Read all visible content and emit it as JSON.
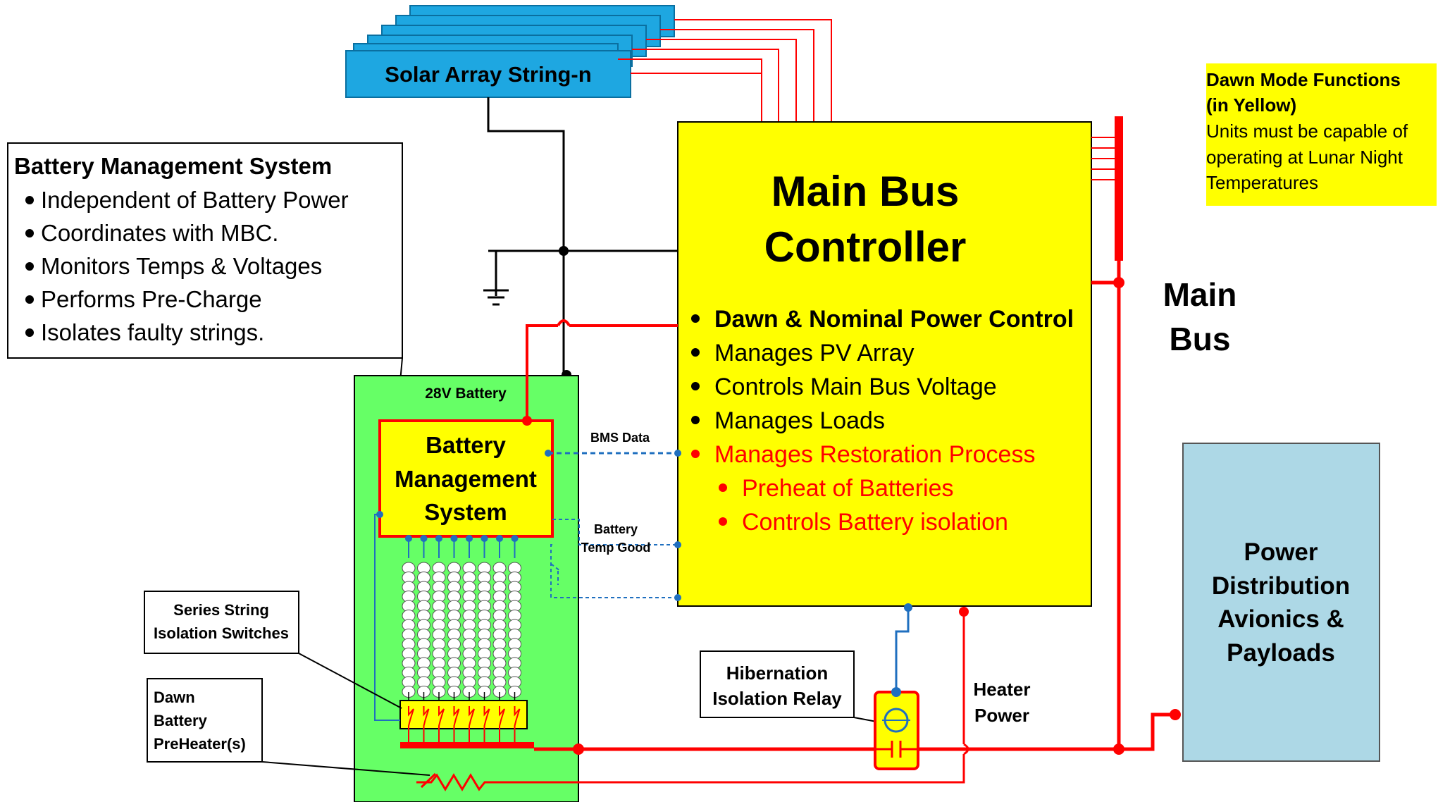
{
  "solar": {
    "label": "Solar Array String-n"
  },
  "bms_info": {
    "title": "Battery Management System",
    "bullets": [
      "Independent of Battery Power",
      "Coordinates with MBC.",
      "Monitors Temps & Voltages",
      "Performs Pre-Charge",
      "Isolates faulty strings."
    ]
  },
  "mbc": {
    "title_line1": "Main Bus",
    "title_line2": "Controller",
    "bullets": [
      "Dawn & Nominal Power Control",
      "Manages PV Array",
      "Controls Main Bus Voltage",
      "Manages Loads",
      "Manages Restoration Process"
    ],
    "sub_bullets": [
      "Preheat of Batteries",
      "Controls Battery isolation"
    ]
  },
  "dawn_note": {
    "title_line1": "Dawn Mode Functions",
    "title_line2": "(in Yellow)",
    "body_lines": [
      "Units must be  capable of",
      "operating at Lunar Night",
      "Temperatures"
    ]
  },
  "main_bus": {
    "line1": "Main",
    "line2": "Bus"
  },
  "battery": {
    "label": "28V Battery"
  },
  "bms": {
    "line1": "Battery",
    "line2": "Management",
    "line3": "System"
  },
  "signals": {
    "bms_data": "BMS Data",
    "temp_good_line1": "Battery",
    "temp_good_line2": "Temp Good"
  },
  "callouts": {
    "series_line1": "Series String",
    "series_line2": "Isolation Switches",
    "preheater_line1": "Dawn",
    "preheater_line2": "Battery",
    "preheater_line3": "PreHeater(s)",
    "hibernation_line1": "Hibernation",
    "hibernation_line2": "Isolation Relay"
  },
  "heater_power": {
    "line1": "Heater",
    "line2": "Power"
  },
  "pdu": {
    "line1": "Power",
    "line2": "Distribution",
    "line3": "Avionics &",
    "line4": "Payloads"
  },
  "colors": {
    "solar_blue": "#1ea7e1",
    "yellow": "#ffff00",
    "battery_green": "#66ff66",
    "pdu_blue": "#add8e6",
    "power_red": "#ff0000",
    "signal_blue": "#1f6fbf",
    "restoration_red": "#ff0000"
  }
}
